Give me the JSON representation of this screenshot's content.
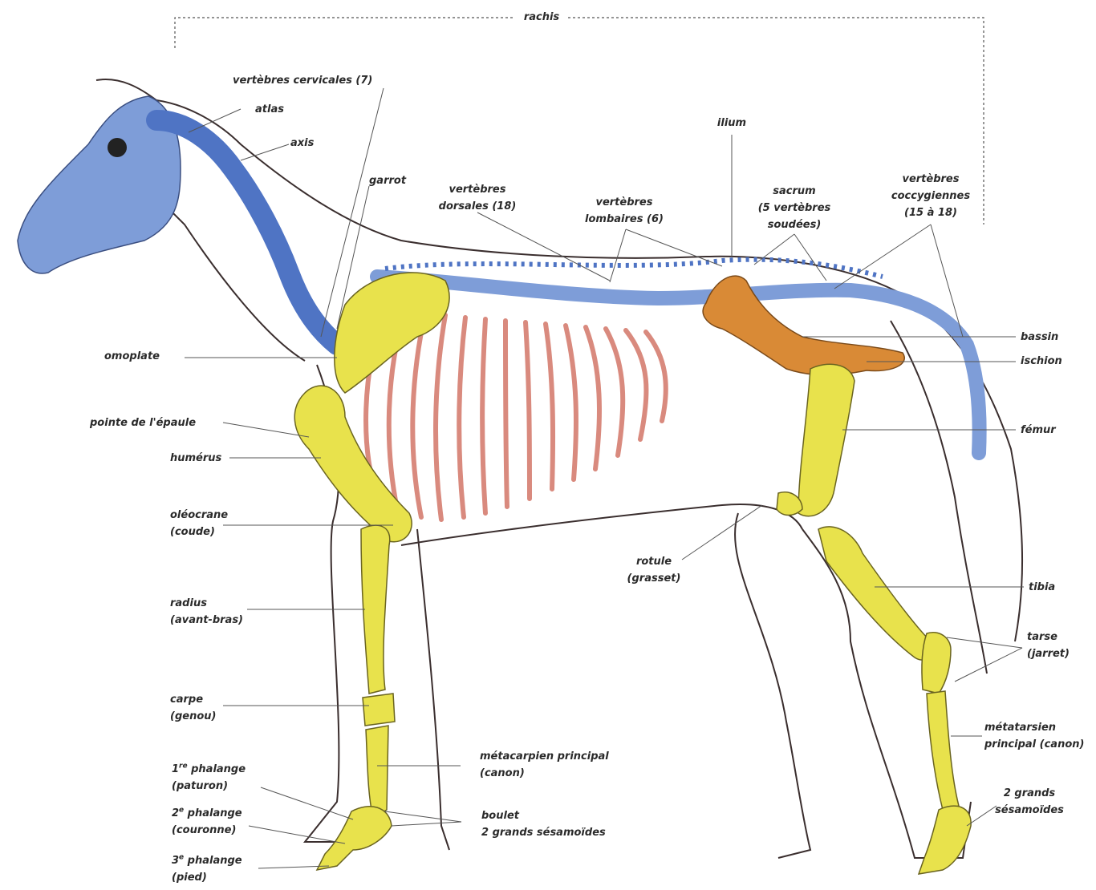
{
  "colors": {
    "skull_and_spine": "#7e9dd8",
    "spine_dark": "#4f74c4",
    "limb_bones": "#e8e24c",
    "pelvis": "#d98a36",
    "ribs": "#d98a7e",
    "outline": "#3a2e2e",
    "guide_line": "#555555"
  },
  "labels": {
    "rachis": "rachis",
    "vertebres_cervicales": "vertèbres cervicales (7)",
    "atlas": "atlas",
    "axis": "axis",
    "garrot": "garrot",
    "vertebres_dorsales": [
      "vertèbres",
      "dorsales (18)"
    ],
    "vertebres_lombaires": [
      "vertèbres",
      "lombaires (6)"
    ],
    "ilium": "ilium",
    "sacrum": [
      "sacrum",
      "(5 vertèbres",
      "soudées)"
    ],
    "vertebres_coccygiennes": [
      "vertèbres",
      "coccygiennes",
      "(15 à 18)"
    ],
    "bassin": "bassin",
    "ischion": "ischion",
    "femur": "fémur",
    "omoplate": "omoplate",
    "pointe_epaule": "pointe de l'épaule",
    "humerus": "humérus",
    "olecrane": [
      "oléocrane",
      "(coude)"
    ],
    "radius": [
      "radius",
      "(avant-bras)"
    ],
    "carpe": [
      "carpe",
      "(genou)"
    ],
    "phalange1": [
      "1re phalange",
      "(paturon)"
    ],
    "phalange2": [
      "2e phalange",
      "(couronne)"
    ],
    "phalange3": [
      "3e phalange",
      "(pied)"
    ],
    "metacarpien": [
      "métacarpien principal",
      "(canon)"
    ],
    "boulet": [
      "boulet",
      "2 grands sésamoïdes"
    ],
    "rotule": [
      "rotule",
      "(grasset)"
    ],
    "tibia": "tibia",
    "tarse": [
      "tarse",
      "(jarret)"
    ],
    "metatarsien": [
      "métatarsien",
      "principal (canon)"
    ],
    "grands_sesamoides": [
      "2 grands",
      "sésamoïdes"
    ]
  }
}
